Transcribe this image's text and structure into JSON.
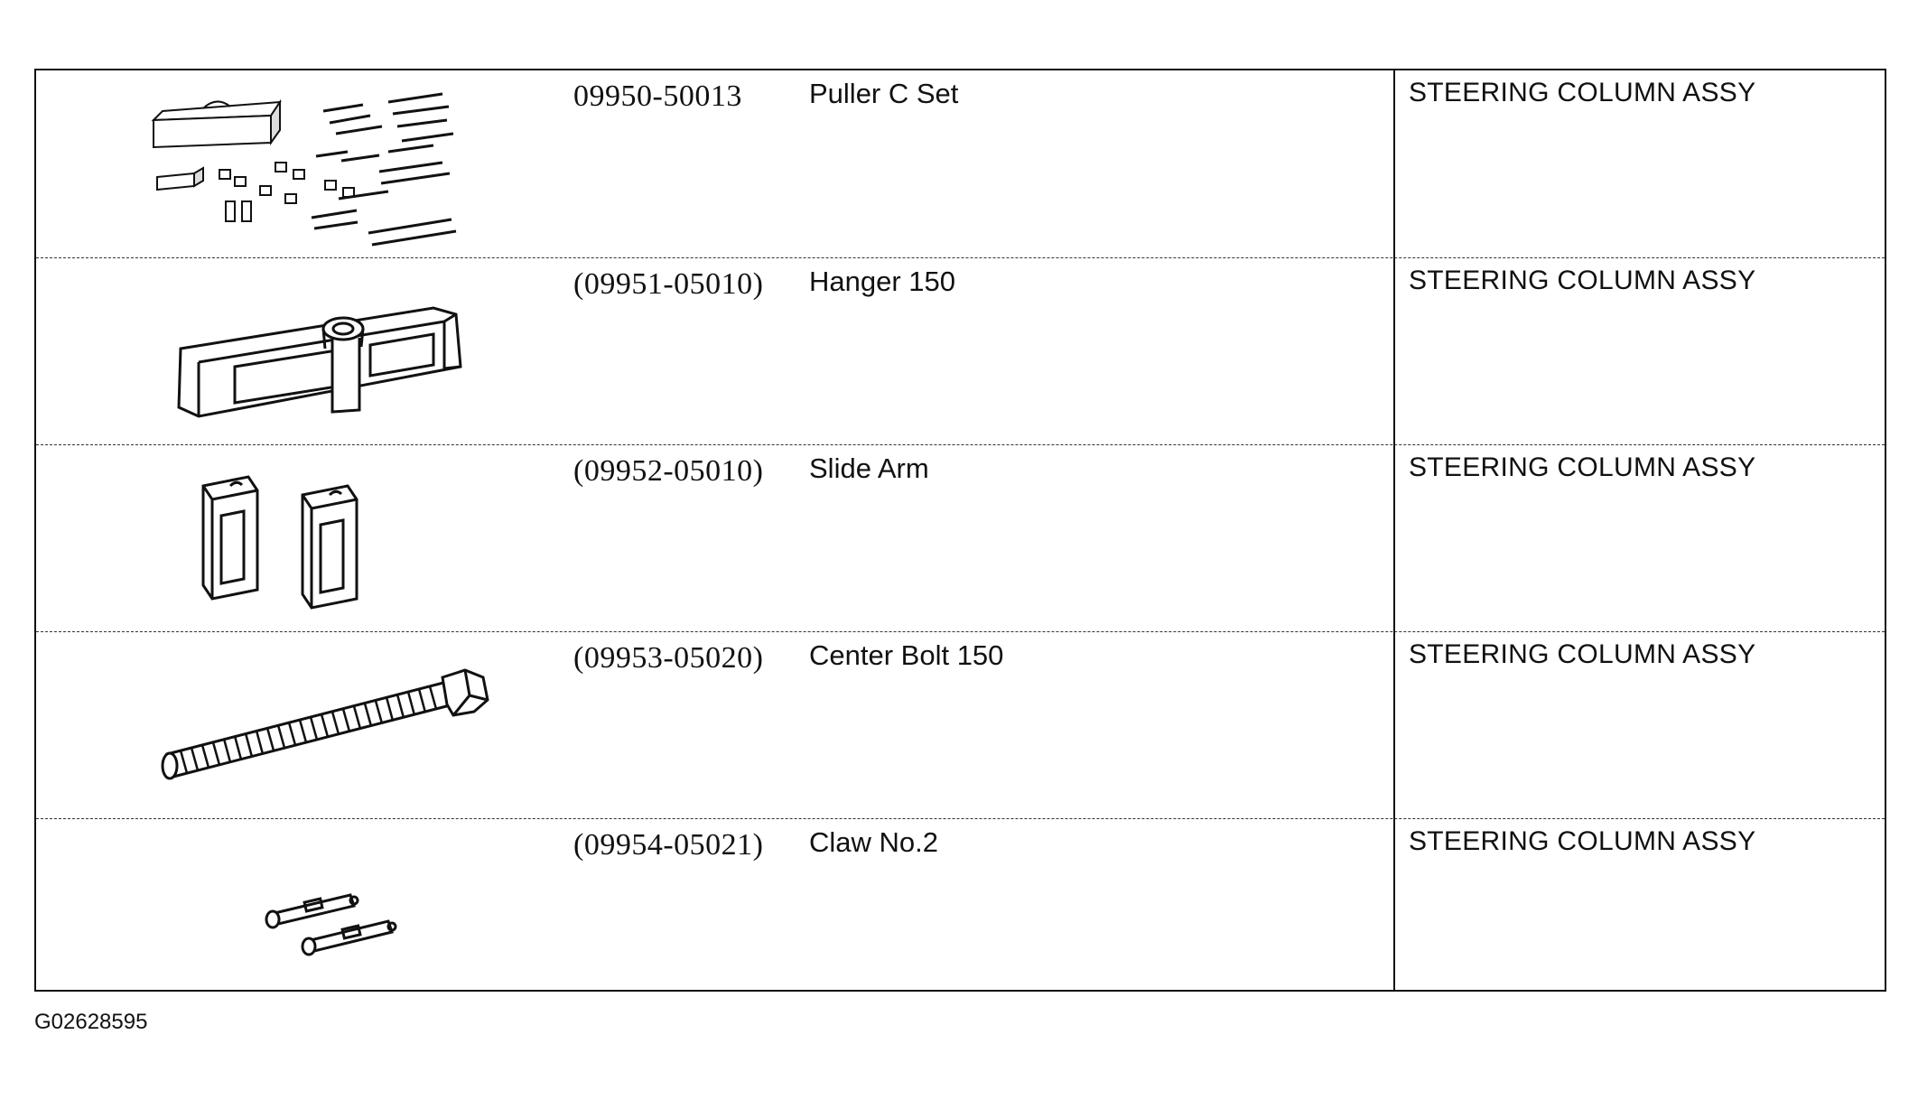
{
  "tools": [
    {
      "part_number": "09950-50013",
      "name": "Puller C Set",
      "usage": "STEERING COLUMN ASSY",
      "illustration": "puller-set-icon"
    },
    {
      "part_number": "(09951-05010)",
      "name": "Hanger 150",
      "usage": "STEERING COLUMN ASSY",
      "illustration": "hanger-icon"
    },
    {
      "part_number": "(09952-05010)",
      "name": "Slide Arm",
      "usage": "STEERING COLUMN ASSY",
      "illustration": "slide-arm-icon"
    },
    {
      "part_number": "(09953-05020)",
      "name": "Center Bolt 150",
      "usage": "STEERING COLUMN ASSY",
      "illustration": "center-bolt-icon"
    },
    {
      "part_number": "(09954-05021)",
      "name": "Claw No.2",
      "usage": "STEERING COLUMN ASSY",
      "illustration": "claw-icon"
    }
  ],
  "figure_id": "G02628595"
}
